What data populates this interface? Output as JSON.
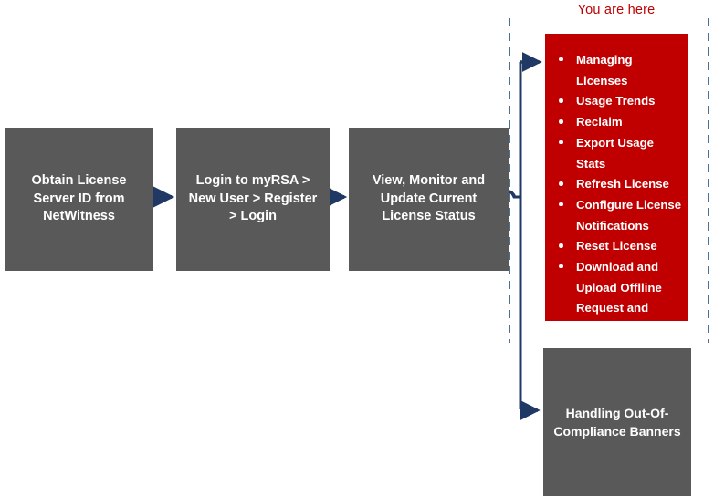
{
  "diagram": {
    "title_annotation": "You are here",
    "colors": {
      "box_gray": "#595959",
      "box_red": "#C00000",
      "arrow_blue": "#1F3864",
      "dashed_blue": "#1F4E79",
      "text_white": "#FFFFFF",
      "annotation_red": "#C00000"
    },
    "steps": [
      {
        "id": "step-1",
        "label": "Obtain License Server ID from NetWitness"
      },
      {
        "id": "step-2",
        "label": "Login to myRSA > New User > Register > Login"
      },
      {
        "id": "step-3",
        "label": "View, Monitor and Update Current License Status"
      }
    ],
    "current_topic_box": {
      "items": [
        "Managing Licenses",
        "Usage Trends",
        "Reclaim",
        "Export Usage Stats",
        "Refresh License",
        "Configure License Notifications",
        "Reset License",
        "Download and Upload Offlline Request and Response"
      ]
    },
    "banner_box": {
      "label": "Handling Out-Of-Compliance Banners"
    }
  }
}
